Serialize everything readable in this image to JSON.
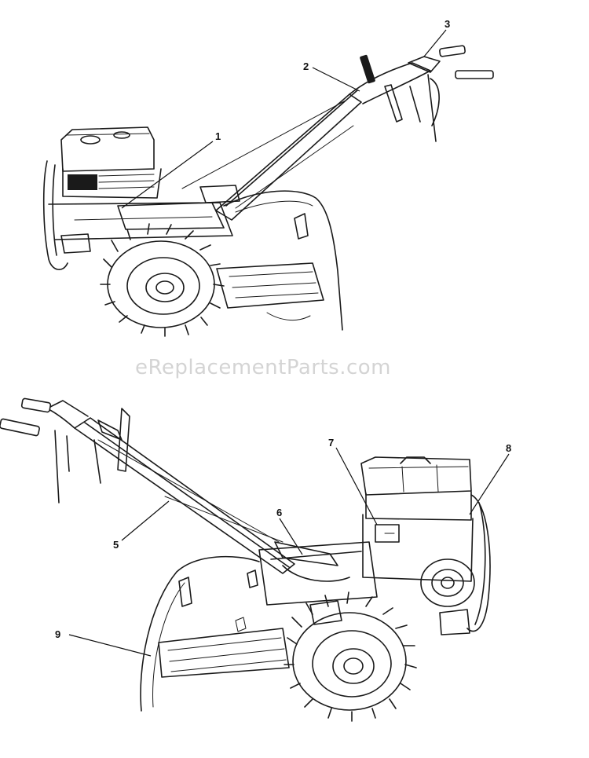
{
  "watermark": "eReplacementParts.com",
  "callouts": [
    {
      "id": "1",
      "label": "1"
    },
    {
      "id": "2",
      "label": "2"
    },
    {
      "id": "3",
      "label": "3"
    },
    {
      "id": "5",
      "label": "5"
    },
    {
      "id": "6",
      "label": "6"
    },
    {
      "id": "7",
      "label": "7"
    },
    {
      "id": "8",
      "label": "8"
    },
    {
      "id": "9",
      "label": "9"
    }
  ]
}
